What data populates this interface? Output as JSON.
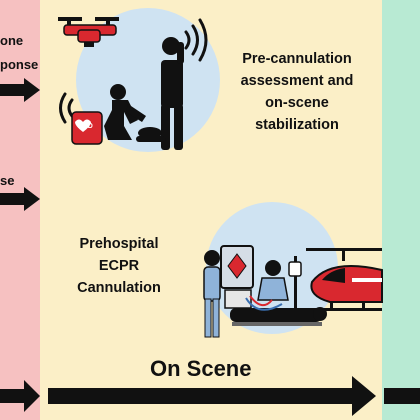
{
  "left_panel": {
    "line_1": "one",
    "line_2": "ponse",
    "line_3": "se"
  },
  "center_panel": {
    "top_caption": [
      "Pre-cannulation",
      "assessment and",
      "on-scene",
      "stabilization"
    ],
    "aed_label": "AED",
    "mid_caption": [
      "Prehospital",
      "ECPR",
      "Cannulation"
    ],
    "bottom_label": "On Scene"
  },
  "colors": {
    "left_panel": "#f6c1c1",
    "center_panel": "#fbefc7",
    "right_panel": "#b8ead3",
    "scene_circle": "#cfe3f2",
    "drone": "#d9282f",
    "helicopter": "#d9282f",
    "arrow": "#111111"
  }
}
